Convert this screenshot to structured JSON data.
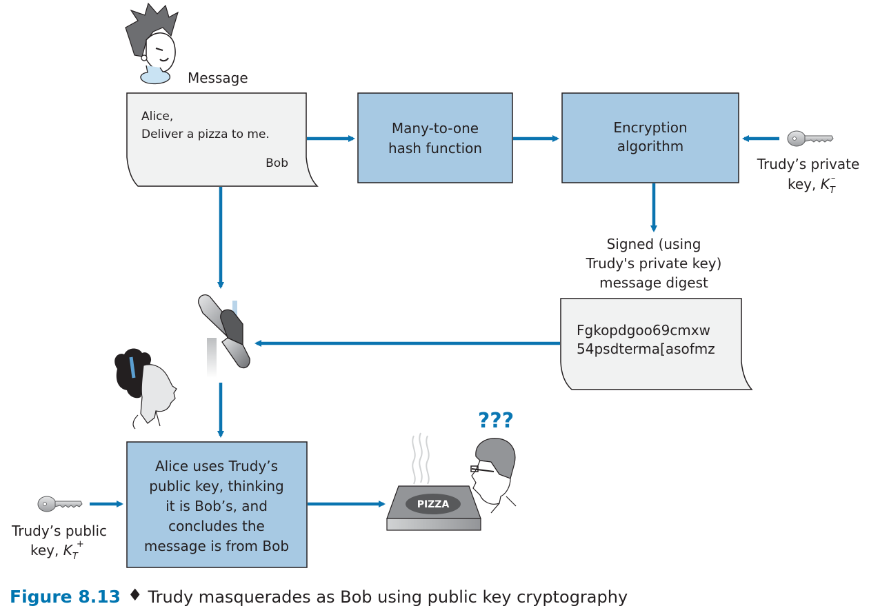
{
  "figure": {
    "number_label": "Figure 8.13",
    "separator": "♦",
    "caption": "Trudy masquerades as Bob using public key cryptography"
  },
  "colors": {
    "arrow": "#0a74b0",
    "box_fill": "#a7c9e3",
    "paper_fill": "#f1f2f2",
    "caption_accent": "#0075b0",
    "outline": "#231f20"
  },
  "message": {
    "label": "Message",
    "lines": [
      "Alice,",
      "Deliver a pizza to me."
    ],
    "signature": "Bob"
  },
  "hash_box": {
    "lines": [
      "Many-to-one",
      "hash function"
    ]
  },
  "encryption_box": {
    "lines": [
      "Encryption",
      "algorithm"
    ]
  },
  "private_key": {
    "line1": "Trudy’s private",
    "line2_prefix": "key, ",
    "symbol": "K",
    "subscript": "T",
    "superscript": "–"
  },
  "signed_digest_label": {
    "lines": [
      "Signed (using",
      "Trudy's private key)",
      "message digest"
    ]
  },
  "digest": {
    "lines": [
      "Fgkopdgoo69cmxw",
      "54psdterma[asofmz"
    ]
  },
  "alice_box": {
    "lines": [
      "Alice uses Trudy’s",
      "public key, thinking",
      "it is Bob’s, and",
      "concludes the",
      "message is from Bob"
    ]
  },
  "public_key": {
    "line1": "Trudy’s public",
    "line2_prefix": "key, ",
    "symbol": "K",
    "subscript": "T",
    "superscript": "+"
  },
  "pizza_label": "PIZZA",
  "bob_reaction": "???",
  "icons": {
    "trudy": "trudy-person-icon",
    "alice": "alice-person-icon",
    "bob": "bob-person-icon",
    "mailbox": "mailbox-icon",
    "key": "key-icon",
    "pizza": "pizza-box-icon"
  }
}
